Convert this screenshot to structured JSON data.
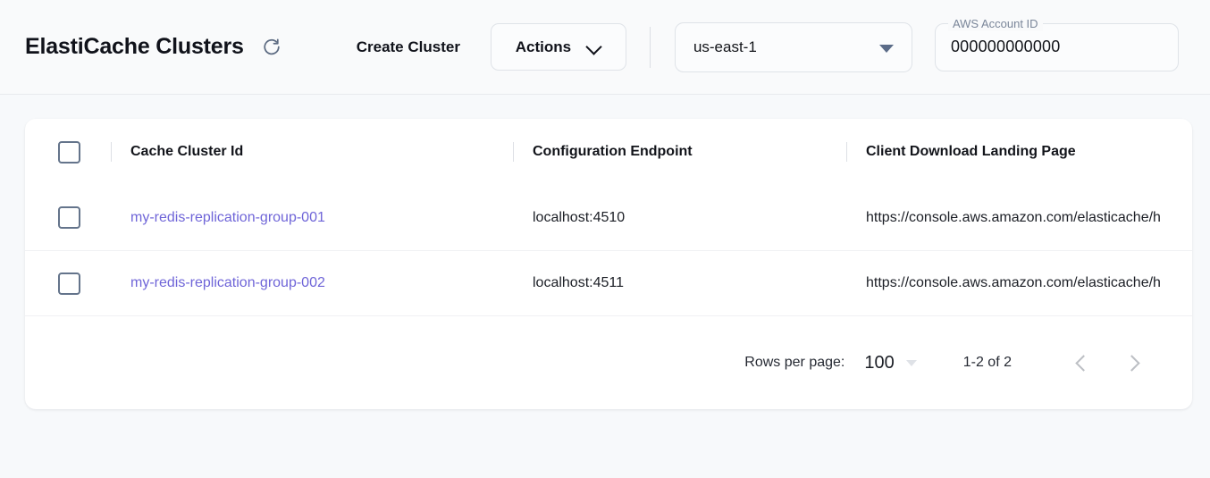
{
  "header": {
    "title": "ElastiCache Clusters",
    "refresh_icon": "refresh-icon",
    "create_cluster_label": "Create Cluster",
    "actions_label": "Actions",
    "actions_chevron_icon": "chevron-down-icon",
    "region": {
      "value": "us-east-1",
      "caret_icon": "triangle-down-icon"
    },
    "account": {
      "label": "AWS Account ID",
      "value": "000000000000"
    }
  },
  "table": {
    "columns": [
      "Cache Cluster Id",
      "Configuration Endpoint",
      "Client Download Landing Page"
    ],
    "rows": [
      {
        "cache_cluster_id": "my-redis-replication-group-001",
        "configuration_endpoint": "localhost:4510",
        "client_download_landing_page": "https://console.aws.amazon.com/elasticache/h"
      },
      {
        "cache_cluster_id": "my-redis-replication-group-002",
        "configuration_endpoint": "localhost:4511",
        "client_download_landing_page": "https://console.aws.amazon.com/elasticache/h"
      }
    ]
  },
  "pagination": {
    "rows_per_page_label": "Rows per page:",
    "rows_per_page_value": "100",
    "range_label": "1-2 of 2",
    "prev_icon": "chevron-left-icon",
    "next_icon": "chevron-right-icon"
  },
  "colors": {
    "link": "#6f65d8",
    "page_bg": "#f7f9fb",
    "card_bg": "#ffffff",
    "checkbox_border": "#64748b",
    "caret": "#5b6c88"
  }
}
